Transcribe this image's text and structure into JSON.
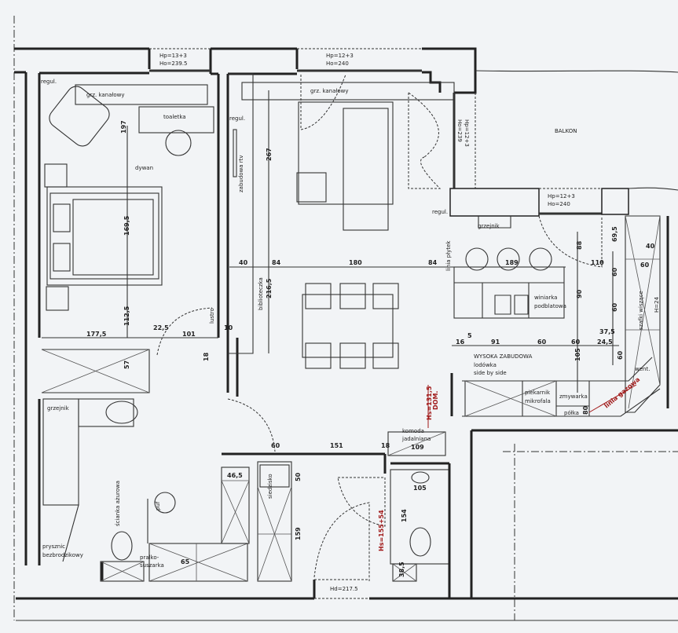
{
  "title": "",
  "colors": {
    "paper": "#f2f4f6",
    "lines": "#222222",
    "gas_and_socket_marks": "#a01818"
  },
  "labels": [
    "Hp=13+3",
    "Ho=239.5",
    "Hp=12+3",
    "Ho=240",
    "regul.",
    "grz. kanałowy",
    "toaletka",
    "197",
    "dywan",
    "169,5",
    "112,5",
    "177,5",
    "22,5",
    "101",
    "lustro",
    "10",
    "18",
    "57",
    "regul.",
    "zabudowa rtv",
    "267",
    "40",
    "84",
    "biblioteczka",
    "216,5",
    "grz. kanałowy",
    "180",
    "84",
    "189",
    "110",
    "linia płytek",
    "regul.",
    "grzejnik",
    "Hp=12+3",
    "Ho=240",
    "Hp=12+3",
    "Ho=239",
    "BALKON",
    "88",
    "69,5",
    "90",
    "60",
    "60",
    "40",
    "60",
    "szafki wiszące",
    "H=24",
    "winiarka",
    "podblatowa",
    "16",
    "5",
    "91",
    "60",
    "60",
    "24,5",
    "37,5",
    "105",
    "60",
    "WYSOKA ZABUDOWA",
    "lodówka",
    "side by side",
    "piekarnik",
    "mikrofala",
    "zmywarka",
    "półka",
    "80",
    "linia gazowa",
    "went.",
    "Hs=131,5",
    "DOM.",
    "grzejnik",
    "60",
    "151",
    "18",
    "komoda",
    "jadalniana",
    "109",
    "46,5",
    "siedzisko",
    "50",
    "ścianka ażurowa",
    "puf",
    "105",
    "154",
    "159",
    "Hs=155+54",
    "prysznic",
    "bezbrodzikowy",
    "pralko-",
    "suszarka",
    "65",
    "Hd=217.5",
    "38,5"
  ]
}
